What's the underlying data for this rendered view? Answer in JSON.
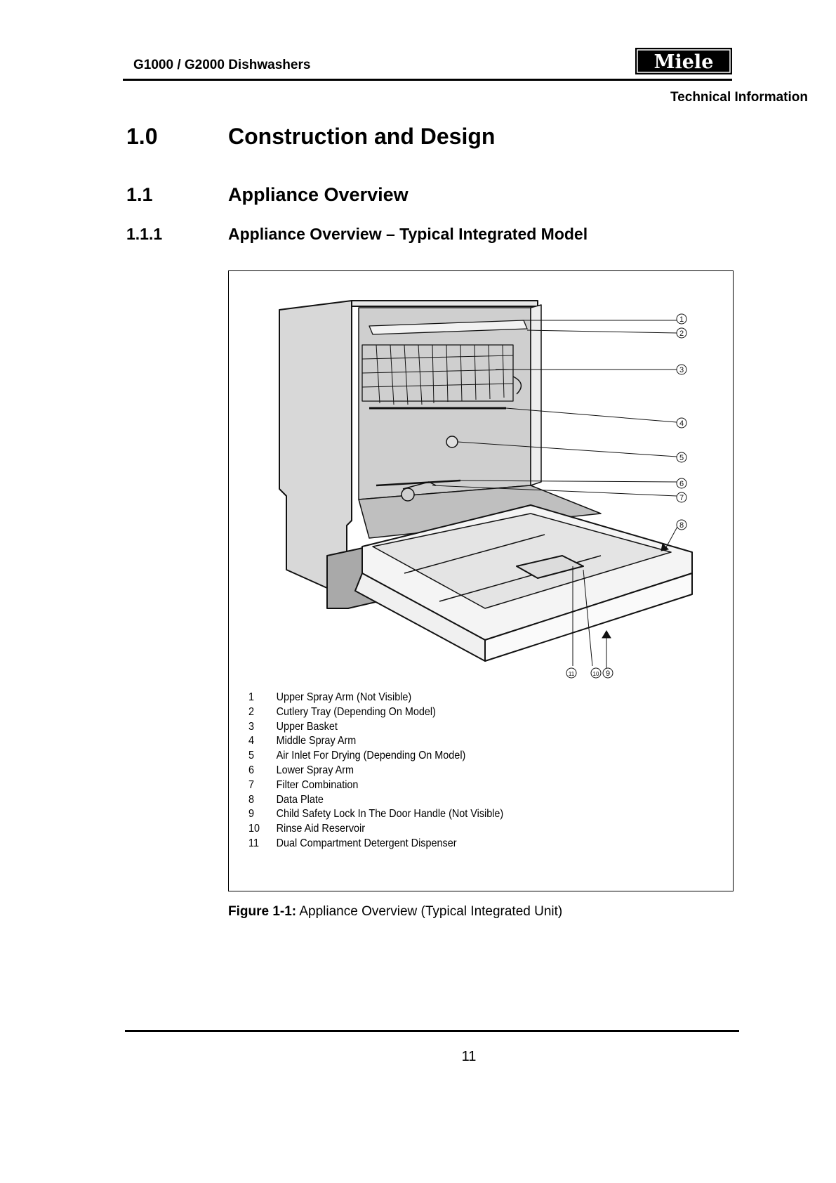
{
  "header": {
    "doc_title": "G1000 / G2000 Dishwashers",
    "logo_text": "Miele",
    "section_label": "Technical Information"
  },
  "sections": {
    "s1": {
      "number": "1.0",
      "title": "Construction and Design"
    },
    "s11": {
      "number": "1.1",
      "title": "Appliance Overview"
    },
    "s111": {
      "number": "1.1.1",
      "title": "Appliance Overview – Typical Integrated Model"
    }
  },
  "figure": {
    "callouts": [
      "1",
      "2",
      "3",
      "4",
      "5",
      "6",
      "7",
      "8",
      "9",
      "10",
      "11"
    ],
    "legend": [
      {
        "num": "1",
        "label": "Upper Spray Arm (Not Visible)"
      },
      {
        "num": "2",
        "label": "Cutlery Tray (Depending On Model)"
      },
      {
        "num": "3",
        "label": "Upper Basket"
      },
      {
        "num": "4",
        "label": "Middle Spray Arm"
      },
      {
        "num": "5",
        "label": "Air Inlet For Drying (Depending On Model)"
      },
      {
        "num": "6",
        "label": "Lower Spray Arm"
      },
      {
        "num": "7",
        "label": "Filter Combination"
      },
      {
        "num": "8",
        "label": "Data Plate"
      },
      {
        "num": "9",
        "label": "Child Safety Lock In The Door Handle (Not Visible)"
      },
      {
        "num": "10",
        "label": "Rinse Aid Reservoir"
      },
      {
        "num": "11",
        "label": "Dual Compartment Detergent Dispenser"
      }
    ],
    "caption_label": "Figure 1-1:",
    "caption_text": " Appliance Overview (Typical Integrated Unit)"
  },
  "footer": {
    "page_number": "11"
  }
}
